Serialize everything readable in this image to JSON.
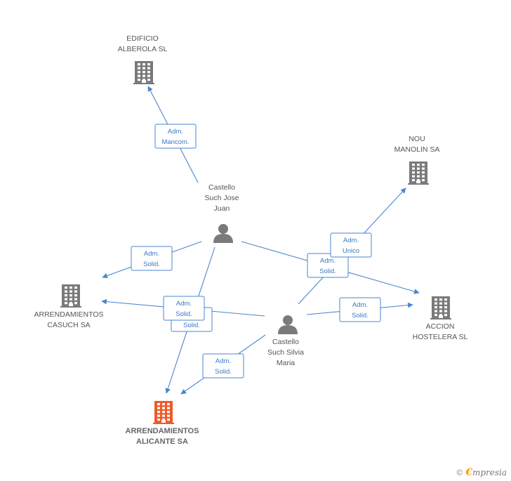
{
  "colors": {
    "company": "#7a7a7a",
    "company_main": "#f05a28",
    "person": "#7a7a7a",
    "edge": "#4a86d0"
  },
  "nodes": [
    {
      "id": "edificio",
      "type": "company",
      "lines": [
        "EDIFICIO",
        "ALBEROLA  SL"
      ],
      "icon": "building-icon"
    },
    {
      "id": "nou",
      "type": "company",
      "lines": [
        "NOU",
        "MANOLIN SA"
      ],
      "icon": "building-icon"
    },
    {
      "id": "castello_jose",
      "type": "person",
      "lines": [
        "Castello",
        "Such Jose",
        "Juan"
      ],
      "icon": "person-icon"
    },
    {
      "id": "casuch",
      "type": "company",
      "lines": [
        "ARRENDAMIENTOS",
        "CASUCH SA"
      ],
      "icon": "building-icon"
    },
    {
      "id": "accion",
      "type": "company",
      "lines": [
        "ACCION",
        "HOSTELERA SL"
      ],
      "icon": "building-icon"
    },
    {
      "id": "castello_silvia",
      "type": "person",
      "lines": [
        "Castello",
        "Such Silvia",
        "Maria"
      ],
      "icon": "person-icon"
    },
    {
      "id": "alicante",
      "type": "company_main",
      "lines": [
        "ARRENDAMIENTOS",
        "ALICANTE SA"
      ],
      "icon": "building-icon"
    }
  ],
  "edges": [
    {
      "id": "e1",
      "from": "castello_jose",
      "to": "edificio",
      "label": [
        "Adm.",
        "Mancom."
      ]
    },
    {
      "id": "e2",
      "from": "castello_jose",
      "to": "casuch",
      "label": [
        "Adm.",
        "Solid."
      ]
    },
    {
      "id": "e3",
      "from": "castello_jose",
      "to": "alicante",
      "label": [
        "Adm.",
        "Solid."
      ]
    },
    {
      "id": "e4",
      "from": "castello_jose",
      "to": "accion",
      "label": [
        "Adm.",
        "Solid."
      ]
    },
    {
      "id": "e5",
      "from": "castello_silvia",
      "to": "nou",
      "label": [
        "Adm.",
        "Unico"
      ]
    },
    {
      "id": "e6",
      "from": "castello_silvia",
      "to": "casuch",
      "label": [
        "Adm.",
        "Solid."
      ]
    },
    {
      "id": "e7",
      "from": "castello_silvia",
      "to": "accion",
      "label": [
        "Adm.",
        "Solid."
      ]
    },
    {
      "id": "e8",
      "from": "castello_silvia",
      "to": "alicante",
      "label": [
        "Adm.",
        "Solid."
      ]
    }
  ],
  "footer": {
    "copyright": "©",
    "brand_initial": "€",
    "brand_rest": "mpresia"
  }
}
